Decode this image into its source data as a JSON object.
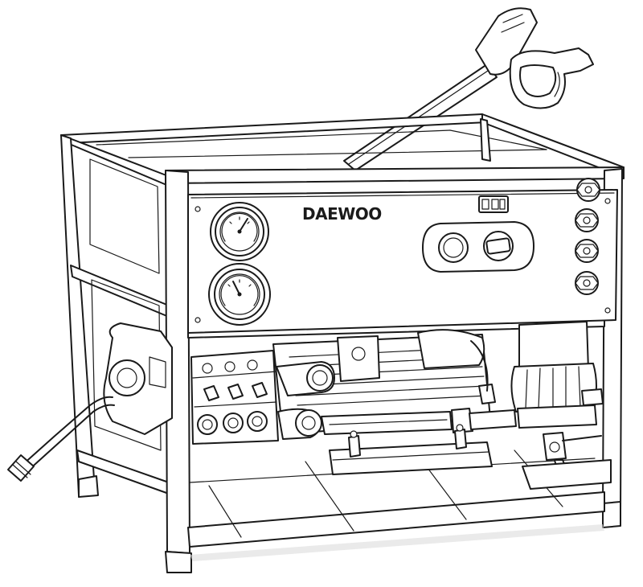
{
  "brand": {
    "logo_text": "DAEWOO"
  },
  "colors": {
    "line": "#1a1a1a",
    "background": "#ffffff",
    "shade": "#dcdcdc"
  },
  "components": {
    "gauges": [
      "pressure-gauge",
      "pressure-gauge"
    ],
    "control_knobs": [
      "round-knob",
      "rotary-switch"
    ],
    "outlets": [
      "outlet-fitting",
      "outlet-fitting",
      "outlet-fitting",
      "outlet-fitting"
    ],
    "accessories": [
      "spray-gun-lance",
      "high-pressure-hose"
    ]
  }
}
